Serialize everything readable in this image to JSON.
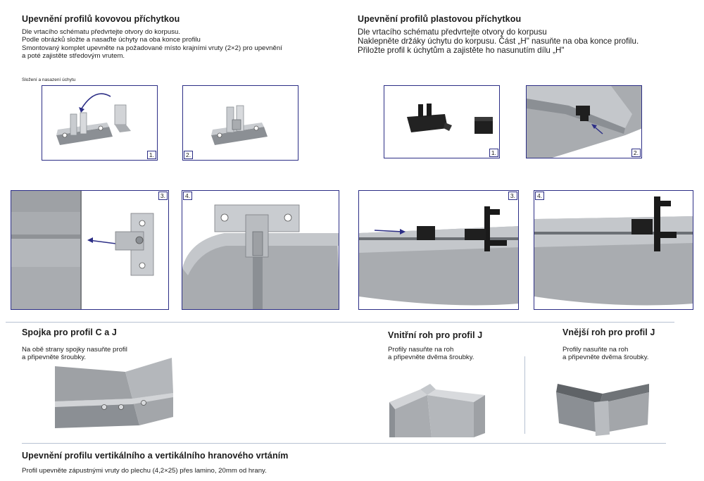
{
  "metal": {
    "title": "Upevnění profilů kovovou příchytkou",
    "lines": [
      "Dle vrtacího schématu předvrtejte otvory do korpusu.",
      "Podle obrázků složte a nasaďte úchyty na oba konce profilu",
      "Smontovaný komplet upevněte na požadované místo krajními vruty (2×2) pro upevnění",
      "a poté zajistěte středovým vrutem."
    ],
    "caption": "Složení a nasazení úchytu",
    "steps": [
      "1.",
      "2.",
      "3.",
      "4."
    ]
  },
  "plastic": {
    "title": "Upevnění profilů plastovou příchytkou",
    "lines": [
      "Dle vrtacího schématu předvrtejte otvory do korpusu",
      "Naklepněte držáky úchytu do korpusu. Část „H\" nasuňte na oba konce profilu.",
      "Přiložte profil k úchytům a zajistěte ho nasunutím dílu „H\""
    ],
    "steps": [
      "1.",
      "2.",
      "3.",
      "4."
    ]
  },
  "coupler": {
    "title": "Spojka pro profil C a J",
    "lines": [
      "Na obě strany spojky nasuňte profil",
      "a připevněte šroubky."
    ]
  },
  "inner_corner": {
    "title": "Vnitřní roh pro profil J",
    "lines": [
      "Profily nasuňte na roh",
      "a připevněte dvěma šroubky."
    ]
  },
  "outer_corner": {
    "title": "Vnější roh pro profil J",
    "lines": [
      "Profily nasuňte na roh",
      "a připevněte dvěma šroubky."
    ]
  },
  "drilling": {
    "title": "Upevnění profilu vertikálního a vertikálního hranového vrtáním",
    "text": "Profil upevněte zápustnými vruty do plechu (4,2×25) přes lamino, 20mm od hrany."
  },
  "colors": {
    "frame": "#2c2e86",
    "profile": "#a9acb0",
    "bracket": "#c9ccd0",
    "plastic_part": "#222222",
    "arrow": "#2c2e86"
  }
}
